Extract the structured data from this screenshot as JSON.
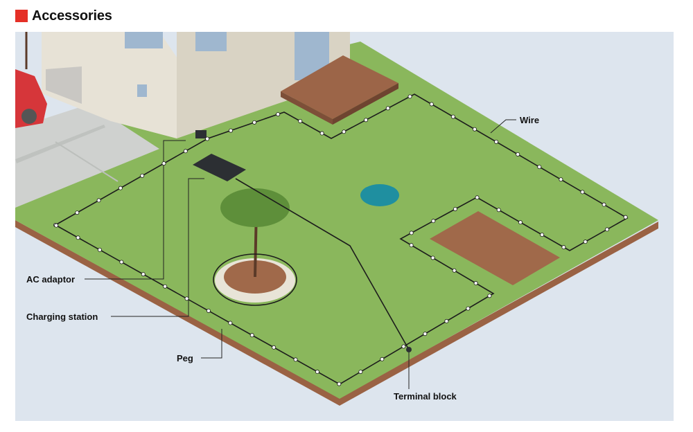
{
  "header": {
    "title": "Accessories",
    "accent_color": "#e53027"
  },
  "labels": {
    "wire": "Wire",
    "ac_adaptor": "AC adaptor",
    "charging_station": "Charging station",
    "peg": "Peg",
    "terminal_block": "Terminal block"
  },
  "colors": {
    "lawn": "#8ab75c",
    "lawn_edge": "#6e9a46",
    "soil": "#a0694a",
    "background": "#dde5ee",
    "wall": "#e7e2d6",
    "deck": "#9c6548",
    "car": "#d6363a",
    "mower": "#1f8fa0"
  }
}
